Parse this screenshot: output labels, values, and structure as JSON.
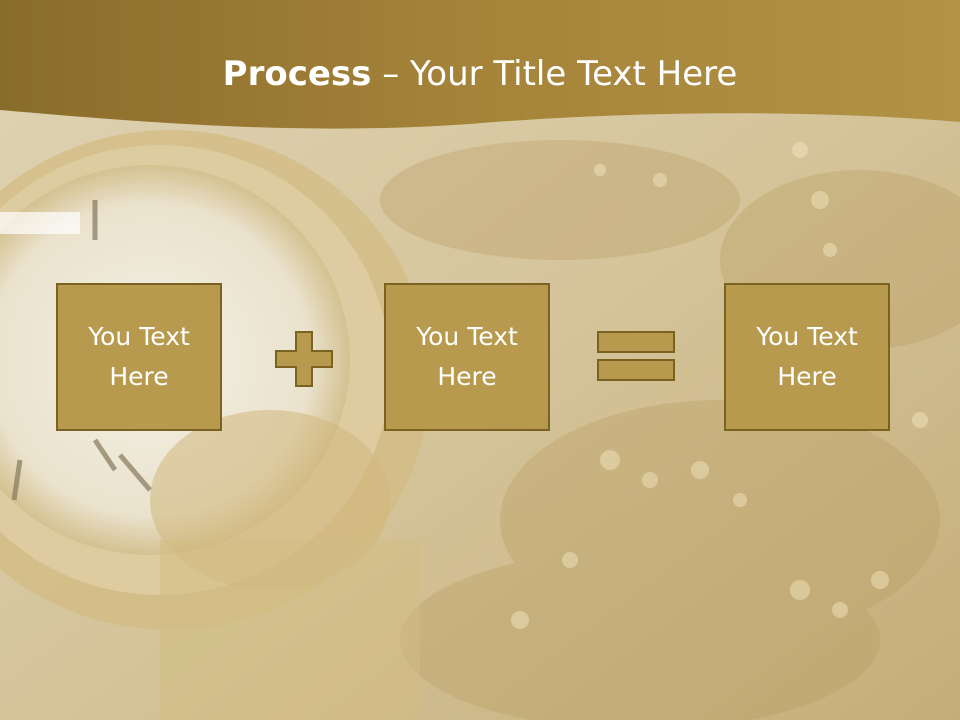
{
  "title": {
    "bold": "Process",
    "separator": " – ",
    "rest": "Your Title Text Here"
  },
  "boxes": [
    {
      "text": "You Text Here"
    },
    {
      "text": "You Text Here"
    },
    {
      "text": "You Text Here"
    }
  ],
  "operators": [
    "plus-icon",
    "equals-icon"
  ],
  "colors": {
    "header": "#9a7a30",
    "box_fill": "#b89a4e",
    "box_border": "#7a6220",
    "text": "#ffffff"
  }
}
